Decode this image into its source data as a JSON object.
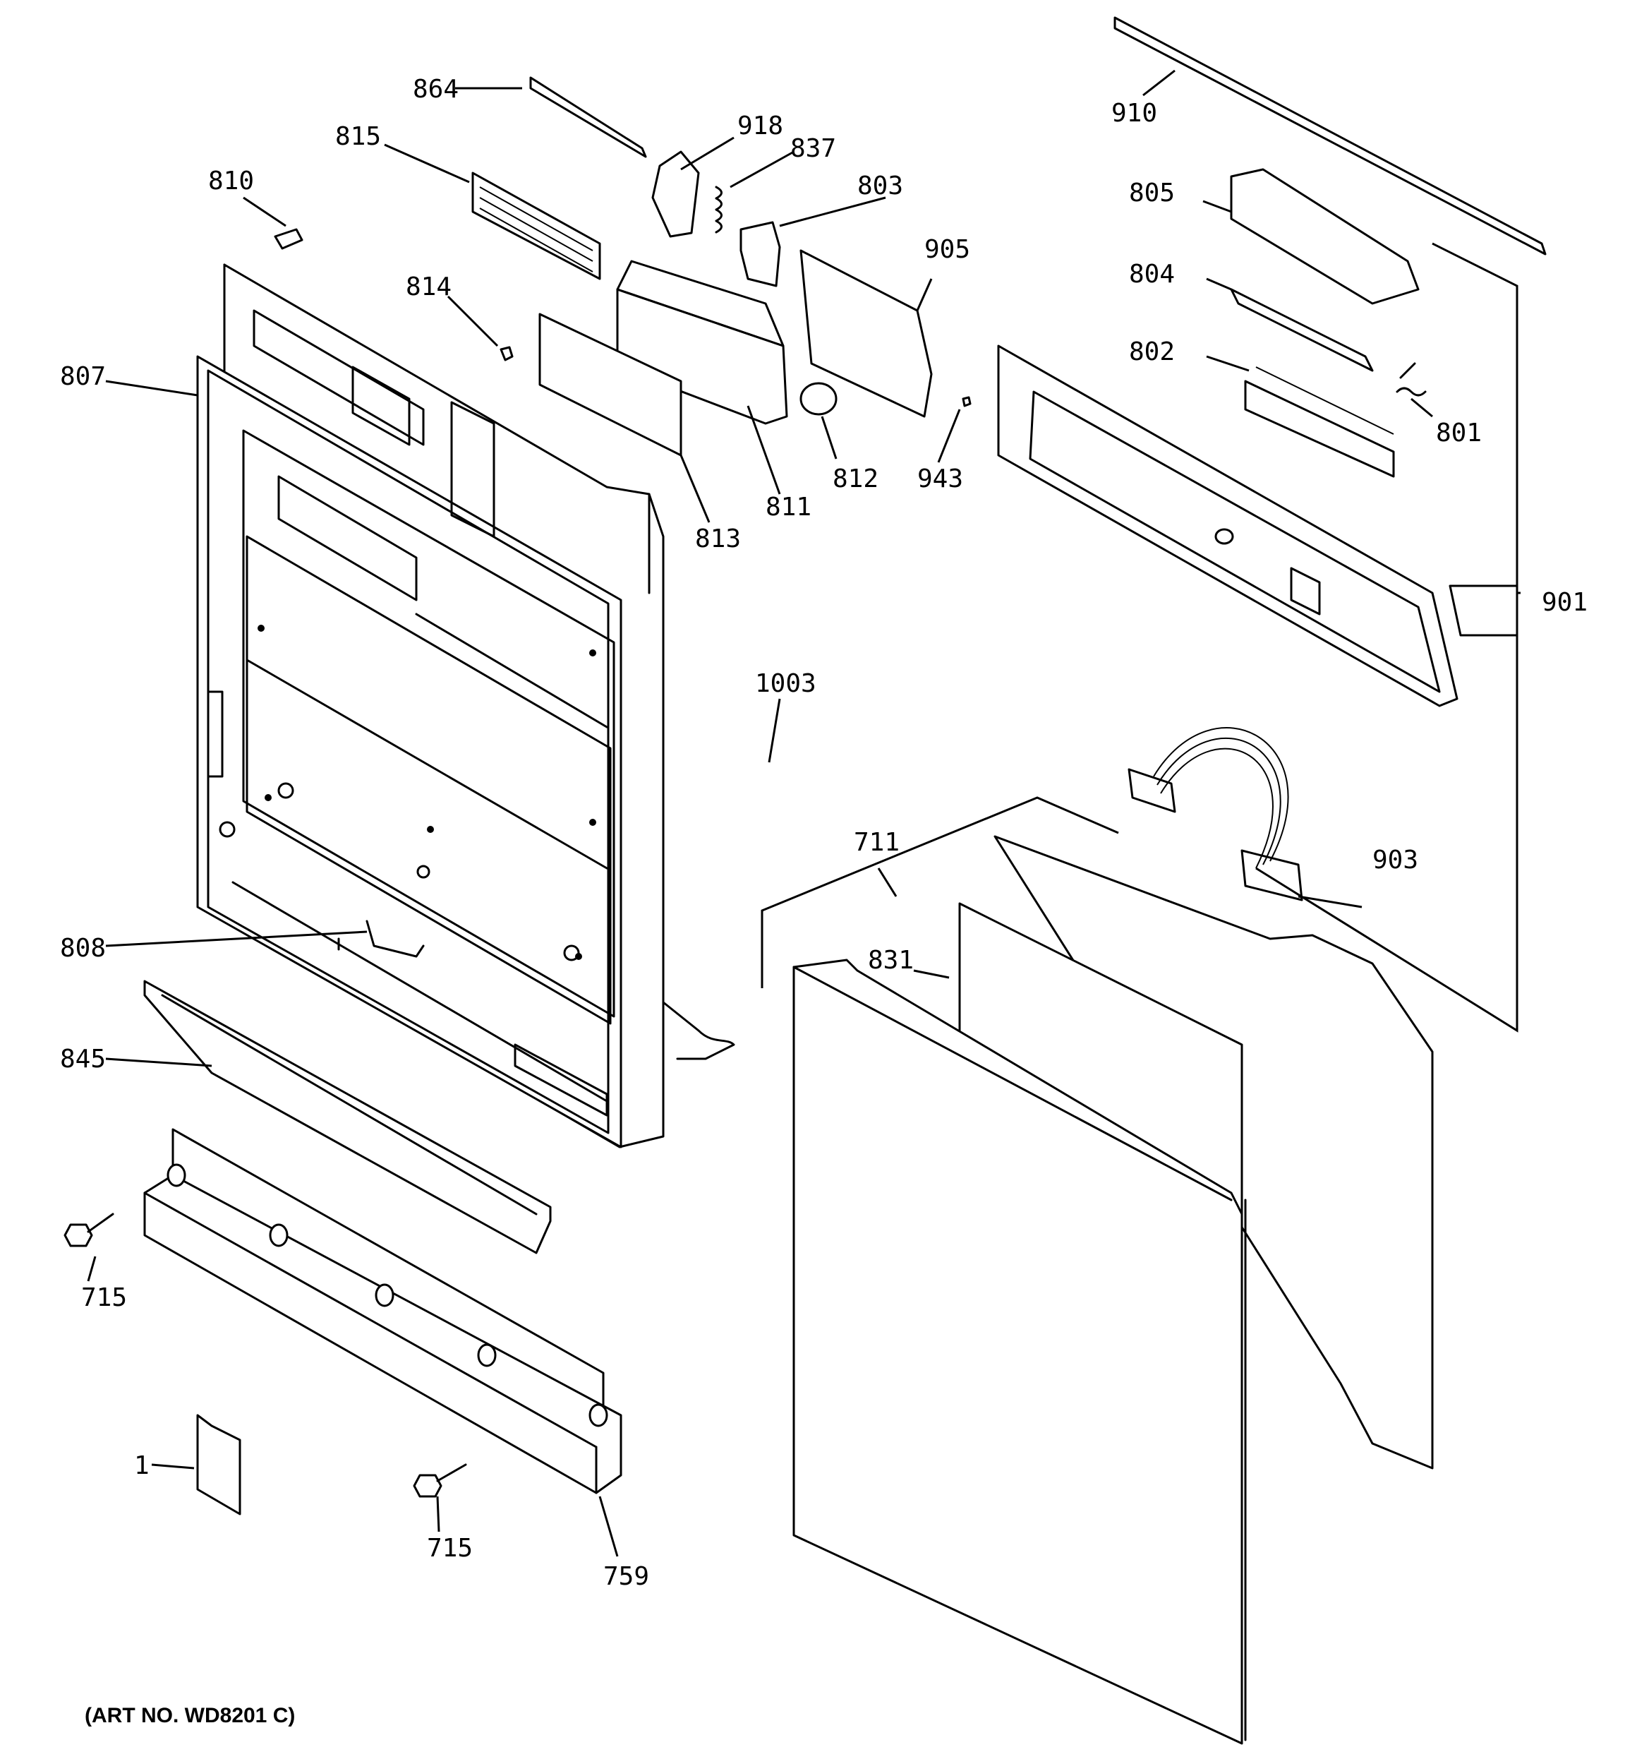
{
  "labels": {
    "p864": "864",
    "p918": "918",
    "p837": "837",
    "p803": "803",
    "p815": "815",
    "p810": "810",
    "p905": "905",
    "p814": "814",
    "p807": "807",
    "p813": "813",
    "p811": "811",
    "p812": "812",
    "p943": "943",
    "p910": "910",
    "p805": "805",
    "p804": "804",
    "p802": "802",
    "p801": "801",
    "p901": "901",
    "p1003": "1003",
    "p711": "711",
    "p903": "903",
    "p831": "831",
    "p808": "808",
    "p845": "845",
    "p715a": "715",
    "p715b": "715",
    "p1": "1",
    "p759": "759"
  },
  "footer": {
    "art_no": "(ART NO. WD8201 C)"
  }
}
